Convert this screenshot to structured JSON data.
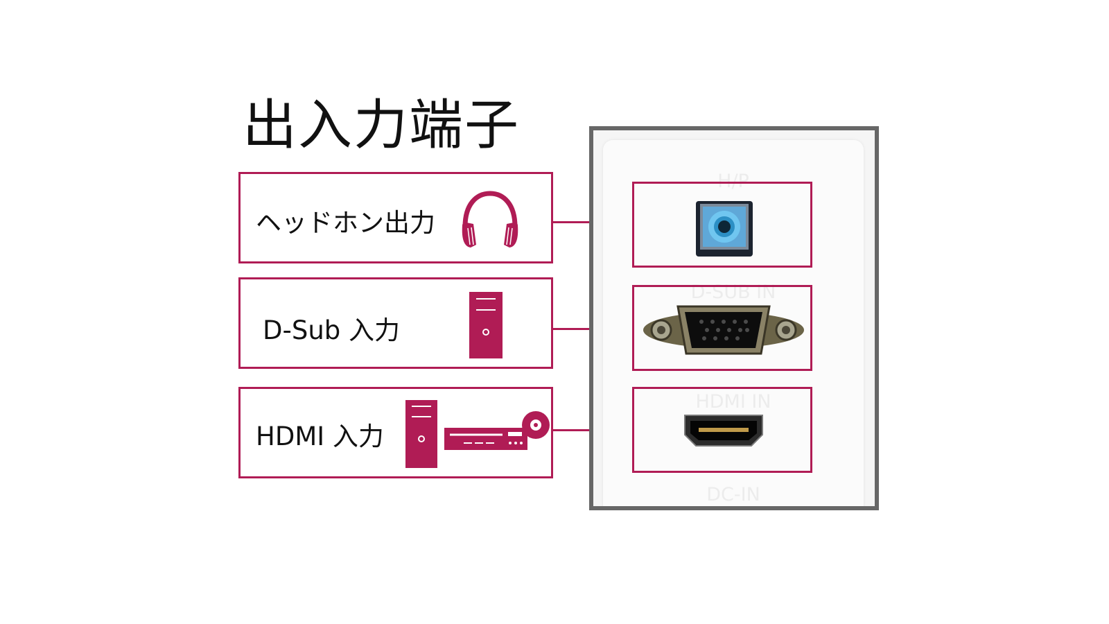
{
  "title": "出入力端子",
  "colors": {
    "accent": "#b01c55",
    "frame": "#676767",
    "blue": "#57b8e8"
  },
  "ports": [
    {
      "label": "ヘッドホン出力",
      "icon": "headphones-icon",
      "caption": "H/P"
    },
    {
      "label": "D-Sub 入力",
      "icon": "pc-tower-icon",
      "caption": "D-SUB IN"
    },
    {
      "label": "HDMI 入力",
      "icon": "pc-and-av-player-icon",
      "caption": "HDMI IN"
    }
  ],
  "panel": {
    "bottom_caption": "DC-IN"
  }
}
